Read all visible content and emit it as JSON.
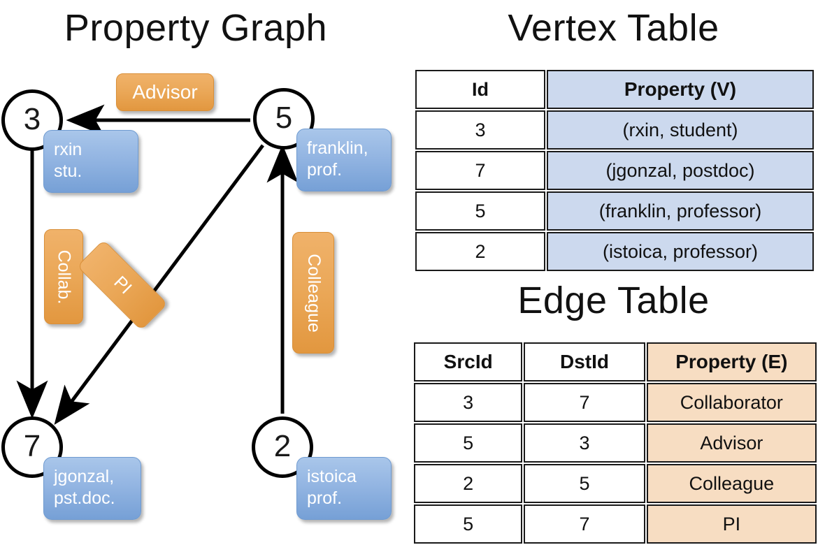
{
  "titles": {
    "property_graph": "Property Graph",
    "vertex_table": "Vertex Table",
    "edge_table": "Edge Table"
  },
  "graph": {
    "vertices": [
      {
        "id": "3",
        "property_lines": [
          "rxin",
          "stu."
        ]
      },
      {
        "id": "5",
        "property_lines": [
          "franklin,",
          "prof."
        ]
      },
      {
        "id": "7",
        "property_lines": [
          "jgonzal,",
          "pst.doc."
        ]
      },
      {
        "id": "2",
        "property_lines": [
          "istoica",
          "prof."
        ]
      }
    ],
    "edge_labels": [
      {
        "name": "advisor",
        "text": "Advisor"
      },
      {
        "name": "collab",
        "text": "Collab."
      },
      {
        "name": "pi",
        "text": "PI"
      },
      {
        "name": "colleague",
        "text": "Colleague"
      }
    ],
    "colors": {
      "vertex_property_fill": "#93b5e2",
      "edge_label_fill": "#eaa757",
      "stroke": "#000000"
    }
  },
  "vertex_table": {
    "columns": [
      "Id",
      "Property (V)"
    ],
    "rows": [
      {
        "id": "3",
        "property": "(rxin, student)"
      },
      {
        "id": "7",
        "property": "(jgonzal, postdoc)"
      },
      {
        "id": "5",
        "property": "(franklin, professor)"
      },
      {
        "id": "2",
        "property": "(istoica, professor)"
      }
    ],
    "header_fill": "#ccd9ee"
  },
  "edge_table": {
    "columns": [
      "SrcId",
      "DstId",
      "Property (E)"
    ],
    "rows": [
      {
        "src": "3",
        "dst": "7",
        "property": "Collaborator"
      },
      {
        "src": "5",
        "dst": "3",
        "property": "Advisor"
      },
      {
        "src": "2",
        "dst": "5",
        "property": "Colleague"
      },
      {
        "src": "5",
        "dst": "7",
        "property": "PI"
      }
    ],
    "header_fill": "#f7ddc2"
  }
}
